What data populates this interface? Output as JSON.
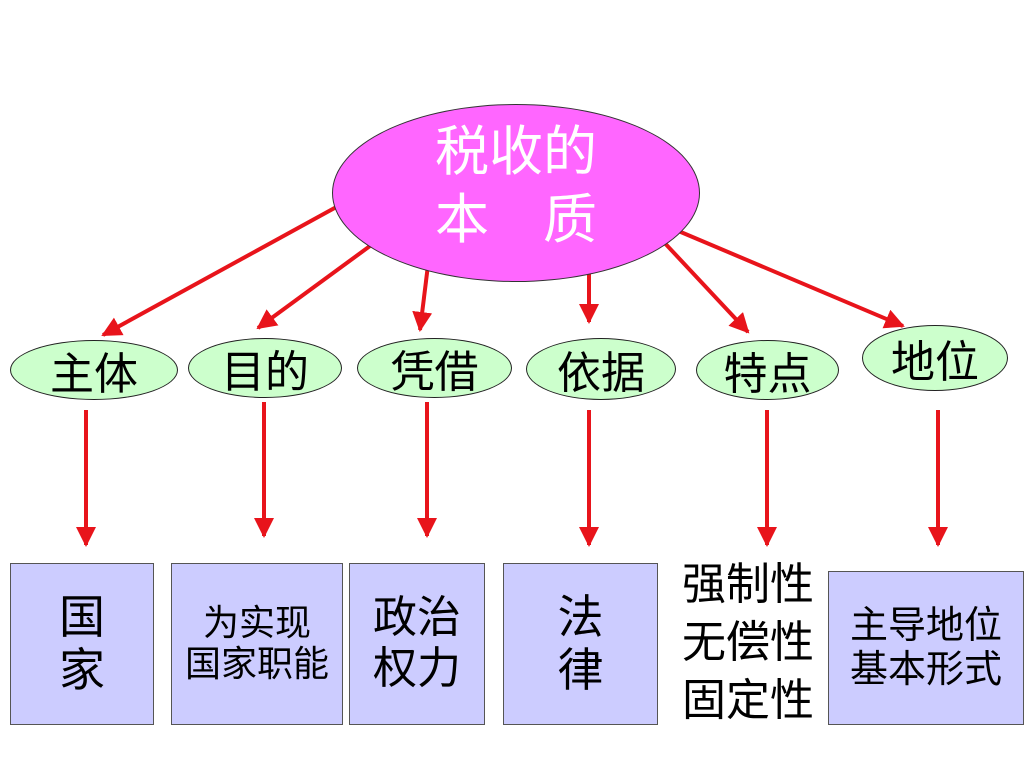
{
  "central": {
    "line1": "税收的",
    "line2": "本　质",
    "color": "#ff66ff"
  },
  "categories": [
    {
      "id": "subject",
      "label": "主体"
    },
    {
      "id": "purpose",
      "label": "目的"
    },
    {
      "id": "basis",
      "label": "凭借"
    },
    {
      "id": "grounds",
      "label": "依据"
    },
    {
      "id": "features",
      "label": "特点"
    },
    {
      "id": "status",
      "label": "地位"
    }
  ],
  "results": [
    {
      "lines": [
        "国",
        "家"
      ]
    },
    {
      "lines": [
        "为实现",
        "国家职能"
      ]
    },
    {
      "lines": [
        "政治",
        "权力"
      ]
    },
    {
      "lines": [
        "法",
        "律"
      ]
    },
    {
      "lines": [
        "强制性",
        "无偿性",
        "固定性"
      ]
    },
    {
      "lines": [
        "主导地位",
        "基本形式"
      ]
    }
  ],
  "colors": {
    "category_fill": "#ccffcc",
    "box_fill": "#ccccff",
    "arrow": "#e8141b"
  }
}
